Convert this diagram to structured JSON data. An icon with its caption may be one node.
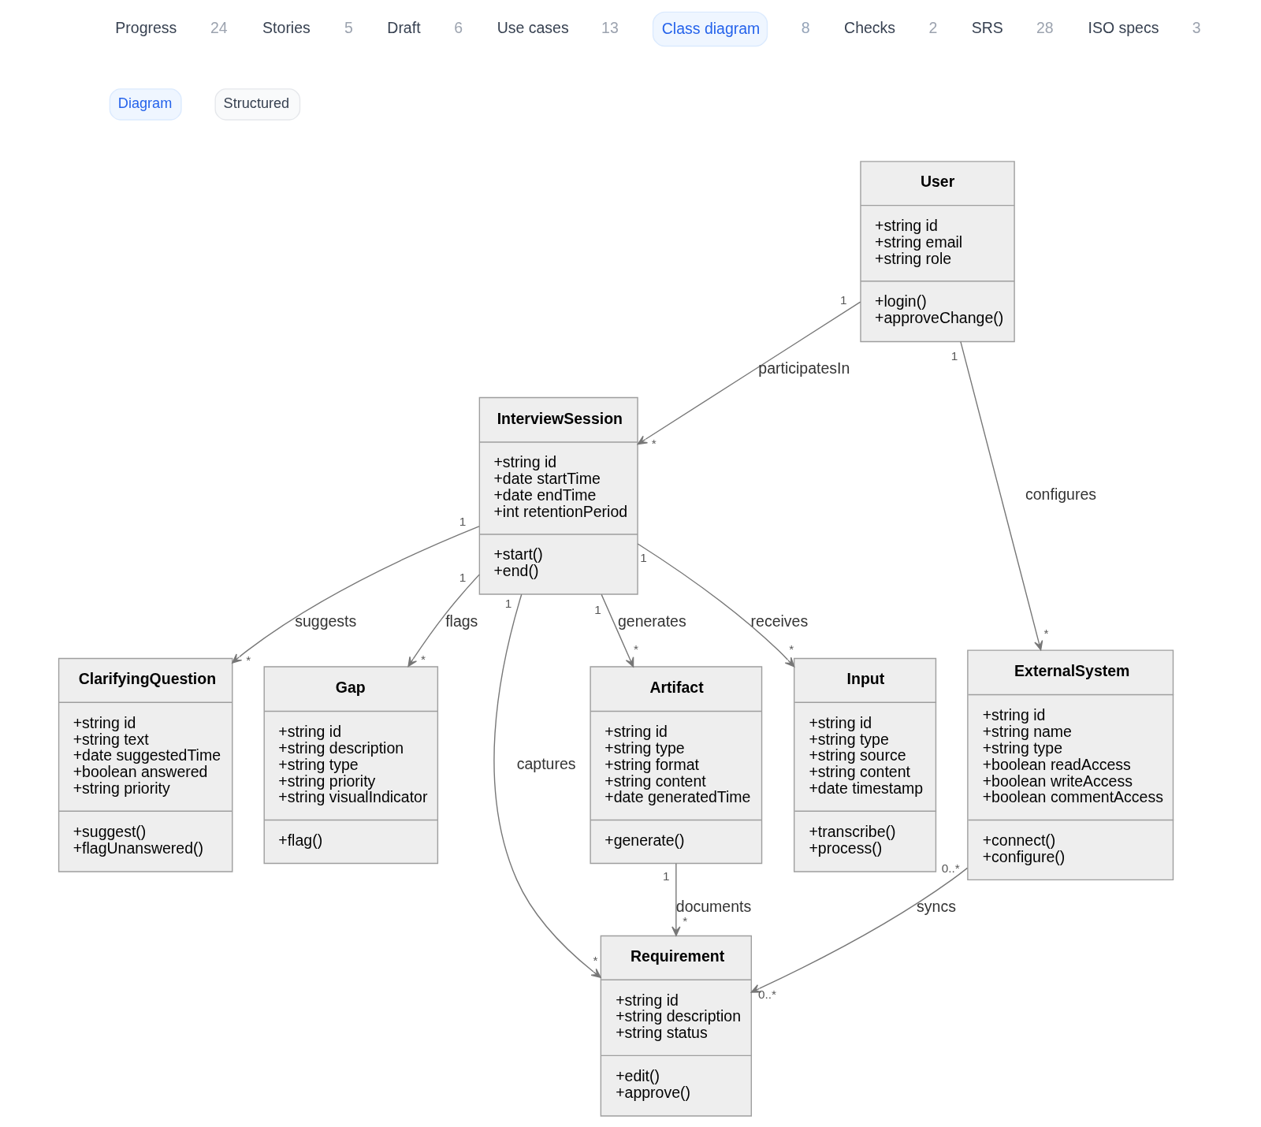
{
  "diagram": {
    "nodes": [
      {
        "text": [
          "User",
          "+string id",
          "+string email",
          "+string role",
          "+login()",
          "+approveChange()"
        ]
      },
      {
        "text": [
          "InterviewSession",
          "+string id",
          "+date startTime",
          "+date endTime",
          "+int retentionPeriod",
          "+start()",
          "+end()"
        ]
      },
      {
        "text": [
          "ClarifyingQuestion",
          "+string id",
          "+string text",
          "+date suggestedTime",
          "+boolean answered",
          "+string priority",
          "+suggest()",
          "+flagUnanswered()"
        ]
      },
      {
        "text": [
          "Gap",
          "+string id",
          "+string description",
          "+string type",
          "+string priority",
          "+string visualIndicator",
          "+flag()"
        ]
      },
      {
        "text": [
          "Artifact",
          "+string id",
          "+string type",
          "+string format",
          "+string content",
          "+date generatedTime",
          "+generate()"
        ]
      },
      {
        "text": [
          "Input",
          "+string id",
          "+string type",
          "+string source",
          "+string content",
          "+date timestamp",
          "+transcribe()",
          "+process()"
        ]
      },
      {
        "text": [
          "ExternalSystem",
          "+string id",
          "+string name",
          "+string type",
          "+boolean readAccess",
          "+boolean writeAccess",
          "+boolean commentAccess",
          "+connect()",
          "+configure()"
        ]
      },
      {
        "text": [
          "Requirement",
          "+string id",
          "+string description",
          "+string status",
          "+edit()",
          "+approve()"
        ]
      }
    ],
    "edges": [
      {
        "from": 0,
        "to": 1,
        "arrow": "to",
        "label": "participatesIn"
      },
      {
        "from": 0,
        "to": 6,
        "arrow": "to",
        "label": "configures"
      },
      {
        "from": 1,
        "to": 2,
        "arrow": "to",
        "label": "suggests"
      },
      {
        "from": 1,
        "to": 3,
        "arrow": "to",
        "label": "flags"
      },
      {
        "from": 1,
        "to": 7,
        "arrow": "to",
        "label": "captures"
      },
      {
        "from": 1,
        "to": 4,
        "arrow": "to",
        "label": "generates"
      },
      {
        "from": 1,
        "to": 5,
        "arrow": "to",
        "label": "receives"
      },
      {
        "from": 4,
        "to": 7,
        "arrow": "to",
        "label": "documents"
      },
      {
        "from": 6,
        "to": 7,
        "arrow": "to",
        "label": "syncs"
      }
    ],
    "labels": [
      "Progress",
      "24",
      "Stories",
      "5",
      "Draft",
      "6",
      "Use cases",
      "13",
      "Class diagram",
      "8",
      "Checks",
      "2",
      "SRS",
      "28",
      "ISO specs",
      "3",
      "Diagram",
      "Structured",
      "1",
      "1",
      "*",
      "1",
      "1",
      "1",
      "1",
      "1",
      "*",
      "*",
      "*",
      "*",
      "*",
      "1",
      "0..*",
      "*",
      "*",
      "0..*"
    ]
  }
}
